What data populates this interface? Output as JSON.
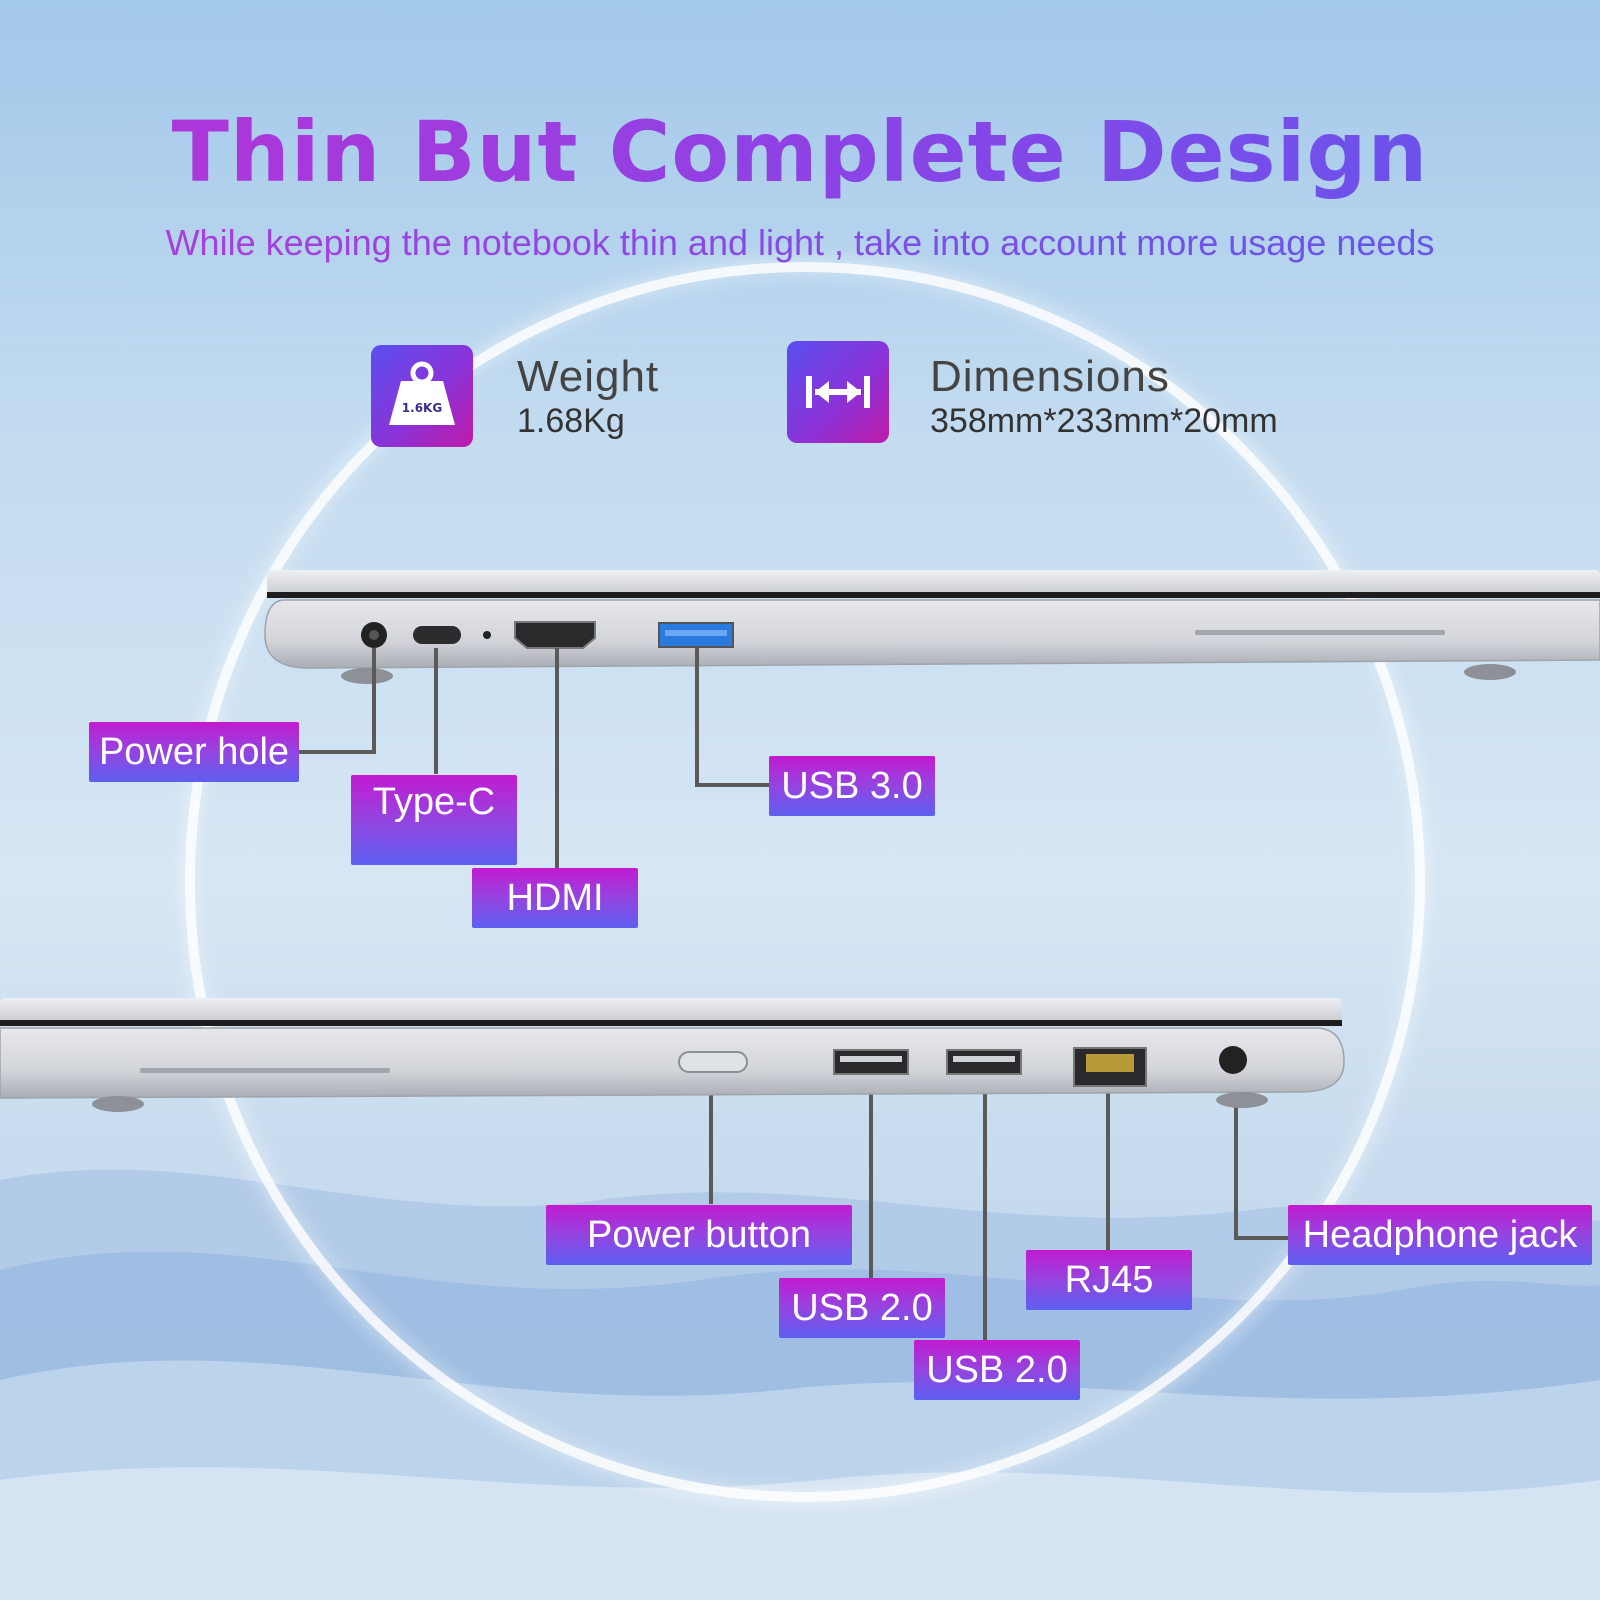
{
  "header": {
    "title": "Thin But Complete Design",
    "subtitle": "While keeping the notebook thin and light , take into account more usage needs"
  },
  "specs": [
    {
      "label": "Weight",
      "value": "1.68Kg",
      "icon": "weight-icon",
      "icon_text": "1.6KG"
    },
    {
      "label": "Dimensions",
      "value": "358mm*233mm*20mm",
      "icon": "arrows-horizontal-icon"
    }
  ],
  "ports_left": {
    "power_hole": "Power hole",
    "type_c": "Type-C",
    "hdmi": "HDMI",
    "usb3": "USB 3.0"
  },
  "ports_right": {
    "power_button": "Power button",
    "usb2_a": "USB 2.0",
    "usb2_b": "USB 2.0",
    "rj45": "RJ45",
    "headphone": "Headphone jack"
  },
  "colors": {
    "accent_start": "#c21bd0",
    "accent_end": "#5d5ff0",
    "usb3_blue": "#2a7be0"
  }
}
